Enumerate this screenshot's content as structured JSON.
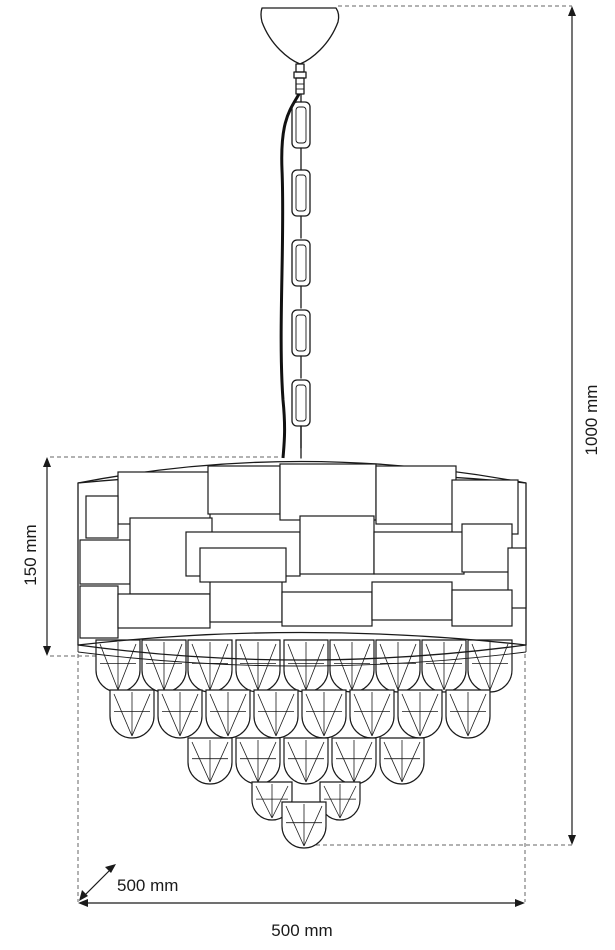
{
  "dimensions": {
    "total_height": "1000 mm",
    "shade_height": "150 mm",
    "depth": "500 mm",
    "width": "500 mm"
  }
}
